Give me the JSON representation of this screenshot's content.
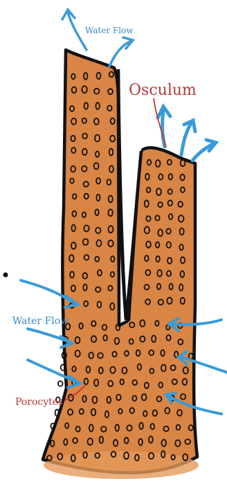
{
  "labels": {
    "water_flow_top": "Water Flow",
    "osculum": "Osculum",
    "water_flow_side": "Water Flow",
    "porocytes": "Porocytes"
  },
  "colors": {
    "body": "#d98545",
    "body_light": "#e39a5a",
    "outline": "#111111",
    "arrow": "#3a9bd6",
    "label_blue": "#3a87c5",
    "label_red": "#b23a3a"
  }
}
